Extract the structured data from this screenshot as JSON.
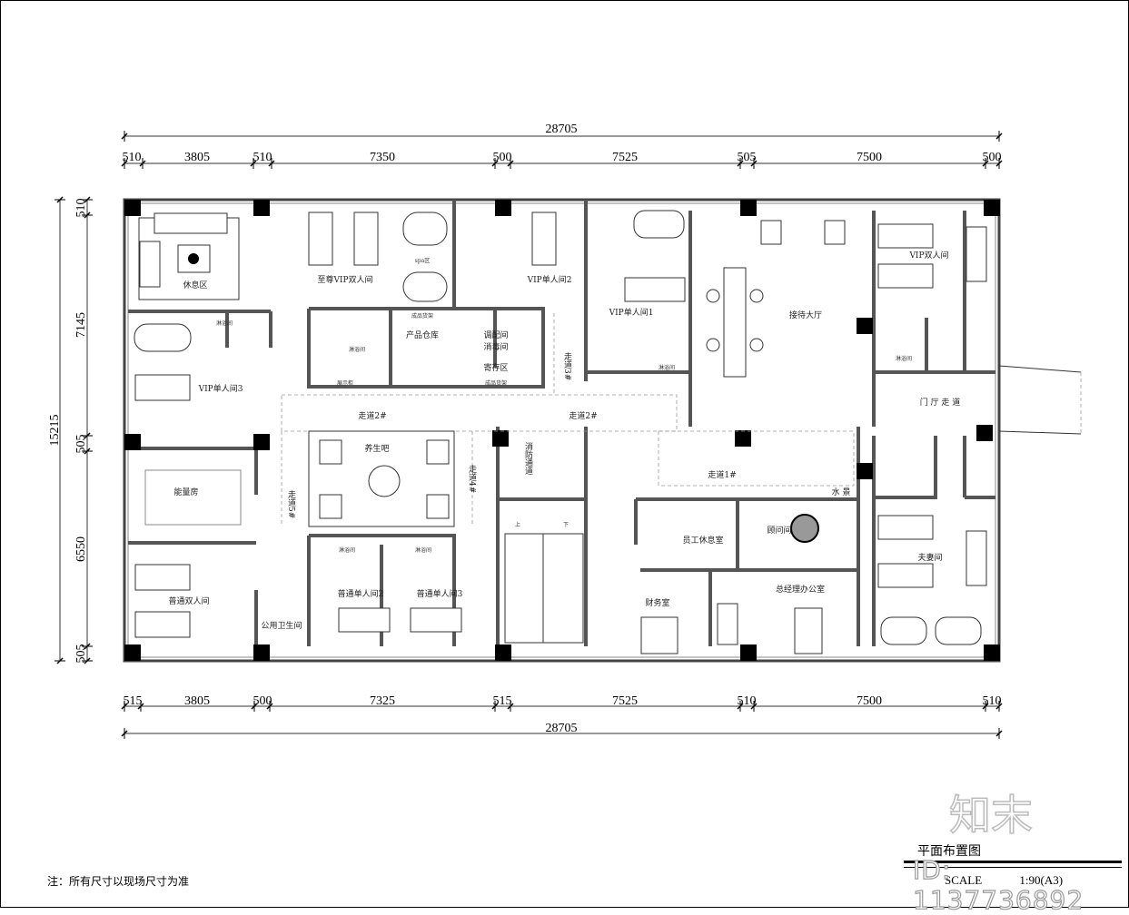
{
  "dimensions": {
    "top_total": "28705",
    "top_segments": [
      "510",
      "3805",
      "510",
      "7350",
      "500",
      "7525",
      "505",
      "7500",
      "500"
    ],
    "bottom_total": "28705",
    "bottom_segments": [
      "515",
      "3805",
      "500",
      "7325",
      "515",
      "7525",
      "510",
      "7500",
      "510"
    ],
    "left_total": "15215",
    "left_segments": [
      "510",
      "7145",
      "505",
      "6550",
      "505"
    ]
  },
  "rooms": {
    "lounge": "休息区",
    "supreme_vip_double": "至尊VIP双人间",
    "vip_single_2": "VIP单人间2",
    "vip_single_1": "VIP单人间1",
    "reception_hall": "接待大厅",
    "vip_double": "VIP双人间",
    "lobby_corridor": "门 厅 走 道",
    "vip_single_3": "VIP单人间3",
    "product_storage": "产品仓库",
    "mixing_room": "调配间",
    "disinfection_room": "消毒间",
    "storage_area": "寄存区",
    "corridor_2a": "走道2#",
    "corridor_2b": "走道2#",
    "corridor_3": "走道3#",
    "corridor_4": "走道4#",
    "corridor_5": "走道5#",
    "corridor_1": "走道1#",
    "health_bar": "养生吧",
    "fire_passage": "消防通道",
    "sauna_room": "能量房",
    "standard_double": "普通双人间",
    "public_toilet": "公用卫生间",
    "standard_single_2": "普通单人间2",
    "standard_single_3": "普通单人间3",
    "staff_lounge": "员工休息室",
    "consult_room": "顾问间",
    "water_feature": "水 景",
    "couple_room": "夫妻间",
    "finance_room": "财务室",
    "gm_office": "总经理办公室",
    "shower": "淋浴间",
    "spa": "spa区",
    "shelf": "成品货架",
    "display_shelf": "展示柜",
    "stair_up": "上",
    "stair_down": "下"
  },
  "note": "注：所有尺寸以现场尺寸为准",
  "title_block": {
    "title": "平面布置图",
    "scale_label": "SCALE",
    "scale_value": "1:90(A3)"
  },
  "watermark": {
    "logo": "知末",
    "id": "ID: 1137736892"
  }
}
